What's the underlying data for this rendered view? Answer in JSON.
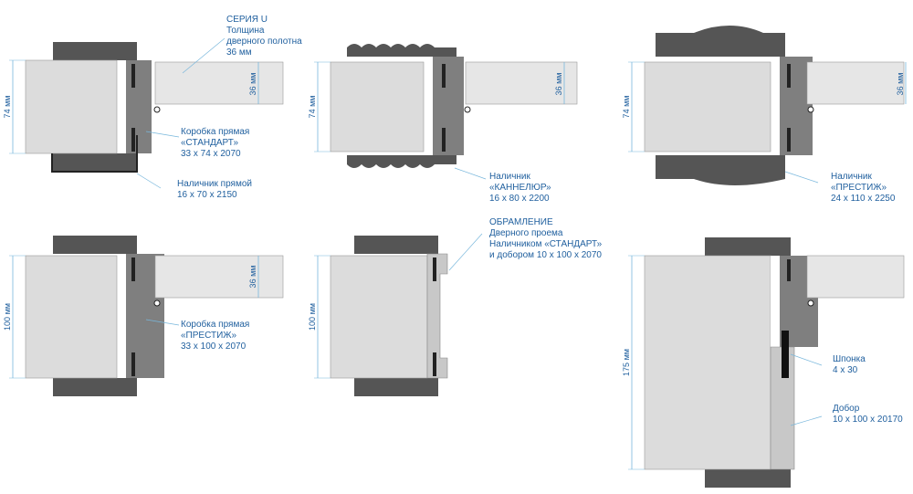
{
  "colors": {
    "label": "#1f5f9e",
    "dimension_line": "#78b7dc",
    "wall": "#dcdcdc",
    "frame": "#7f7f7f",
    "casing": "#555555",
    "door_leaf": "#e6e6e6",
    "shpon": "#111111",
    "background": "#ffffff"
  },
  "labels": {
    "series_u": [
      "СЕРИЯ U",
      "Толщина",
      "дверного полотна",
      "36 мм"
    ],
    "korobka_standart": [
      "Коробка прямая",
      "«СТАНДАРТ»",
      "33 х 74 х 2070"
    ],
    "nalichnik_pryamoy": [
      "Наличник прямой",
      "16 х 70 х 2150"
    ],
    "nalichnik_kanneliur": [
      "Наличник",
      "«КАННЕЛЮР»",
      "16 х 80 х 2200"
    ],
    "nalichnik_prestizh": [
      "Наличник",
      "«ПРЕСТИЖ»",
      "24 х 110 х 2250"
    ],
    "korobka_prestizh": [
      "Коробка прямая",
      "«ПРЕСТИЖ»",
      "33 х 100 х 2070"
    ],
    "obramlenie": [
      "ОБРАМЛЕНИЕ",
      "Дверного проема",
      "Наличником «СТАНДАРТ»",
      "и добором 10 х 100 х 2070"
    ],
    "shponka": [
      "Шпонка",
      "4 х 30"
    ],
    "dobor": [
      "Добор",
      "10 х 100 х 20170"
    ]
  },
  "dimensions": {
    "mm74": "74 мм",
    "mm36": "36 мм",
    "mm100": "100 мм",
    "mm175": "175 мм"
  }
}
